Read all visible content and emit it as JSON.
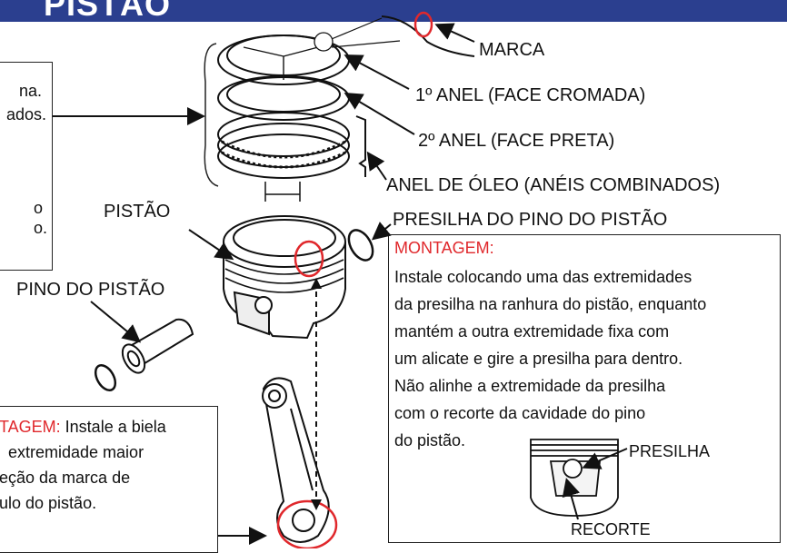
{
  "header": {
    "title": "PISTÃO"
  },
  "labels": {
    "marca": "MARCA",
    "ring1": "1º ANEL (FACE CROMADA)",
    "ring2": "2º ANEL (FACE PRETA)",
    "oil_ring": "ANEL DE ÓLEO (ANÉIS COMBINADOS)",
    "piston": "PISTÃO",
    "piston_pin_clip": "PRESILHA DO PINO DO PISTÃO",
    "piston_pin": "PINO DO PISTÃO"
  },
  "left_box": {
    "line1": "na.",
    "line2": "ados.",
    "line3": "o",
    "line4": "o."
  },
  "montagem_box": {
    "heading": "MONTAGEM:",
    "lines": [
      "Instale colocando uma das extremidades",
      "da presilha na ranhura do pistão, enquanto",
      "mantém a outra extremidade fixa com",
      "um alicate e gire a presilha para dentro.",
      "Não alinhe a extremidade da presilha",
      "com o recorte da cavidade do pino",
      "do pistão."
    ],
    "presilha": "PRESILHA",
    "recorte": "RECORTE"
  },
  "biela_box": {
    "heading": "TAGEM:",
    "text1": " Instale a biela",
    "line2": "extremidade maior",
    "line3": "eção da marca de",
    "line4": "ulo do pistão."
  },
  "colors": {
    "header": "#2b3f8f",
    "accent_red": "#e0282c"
  }
}
